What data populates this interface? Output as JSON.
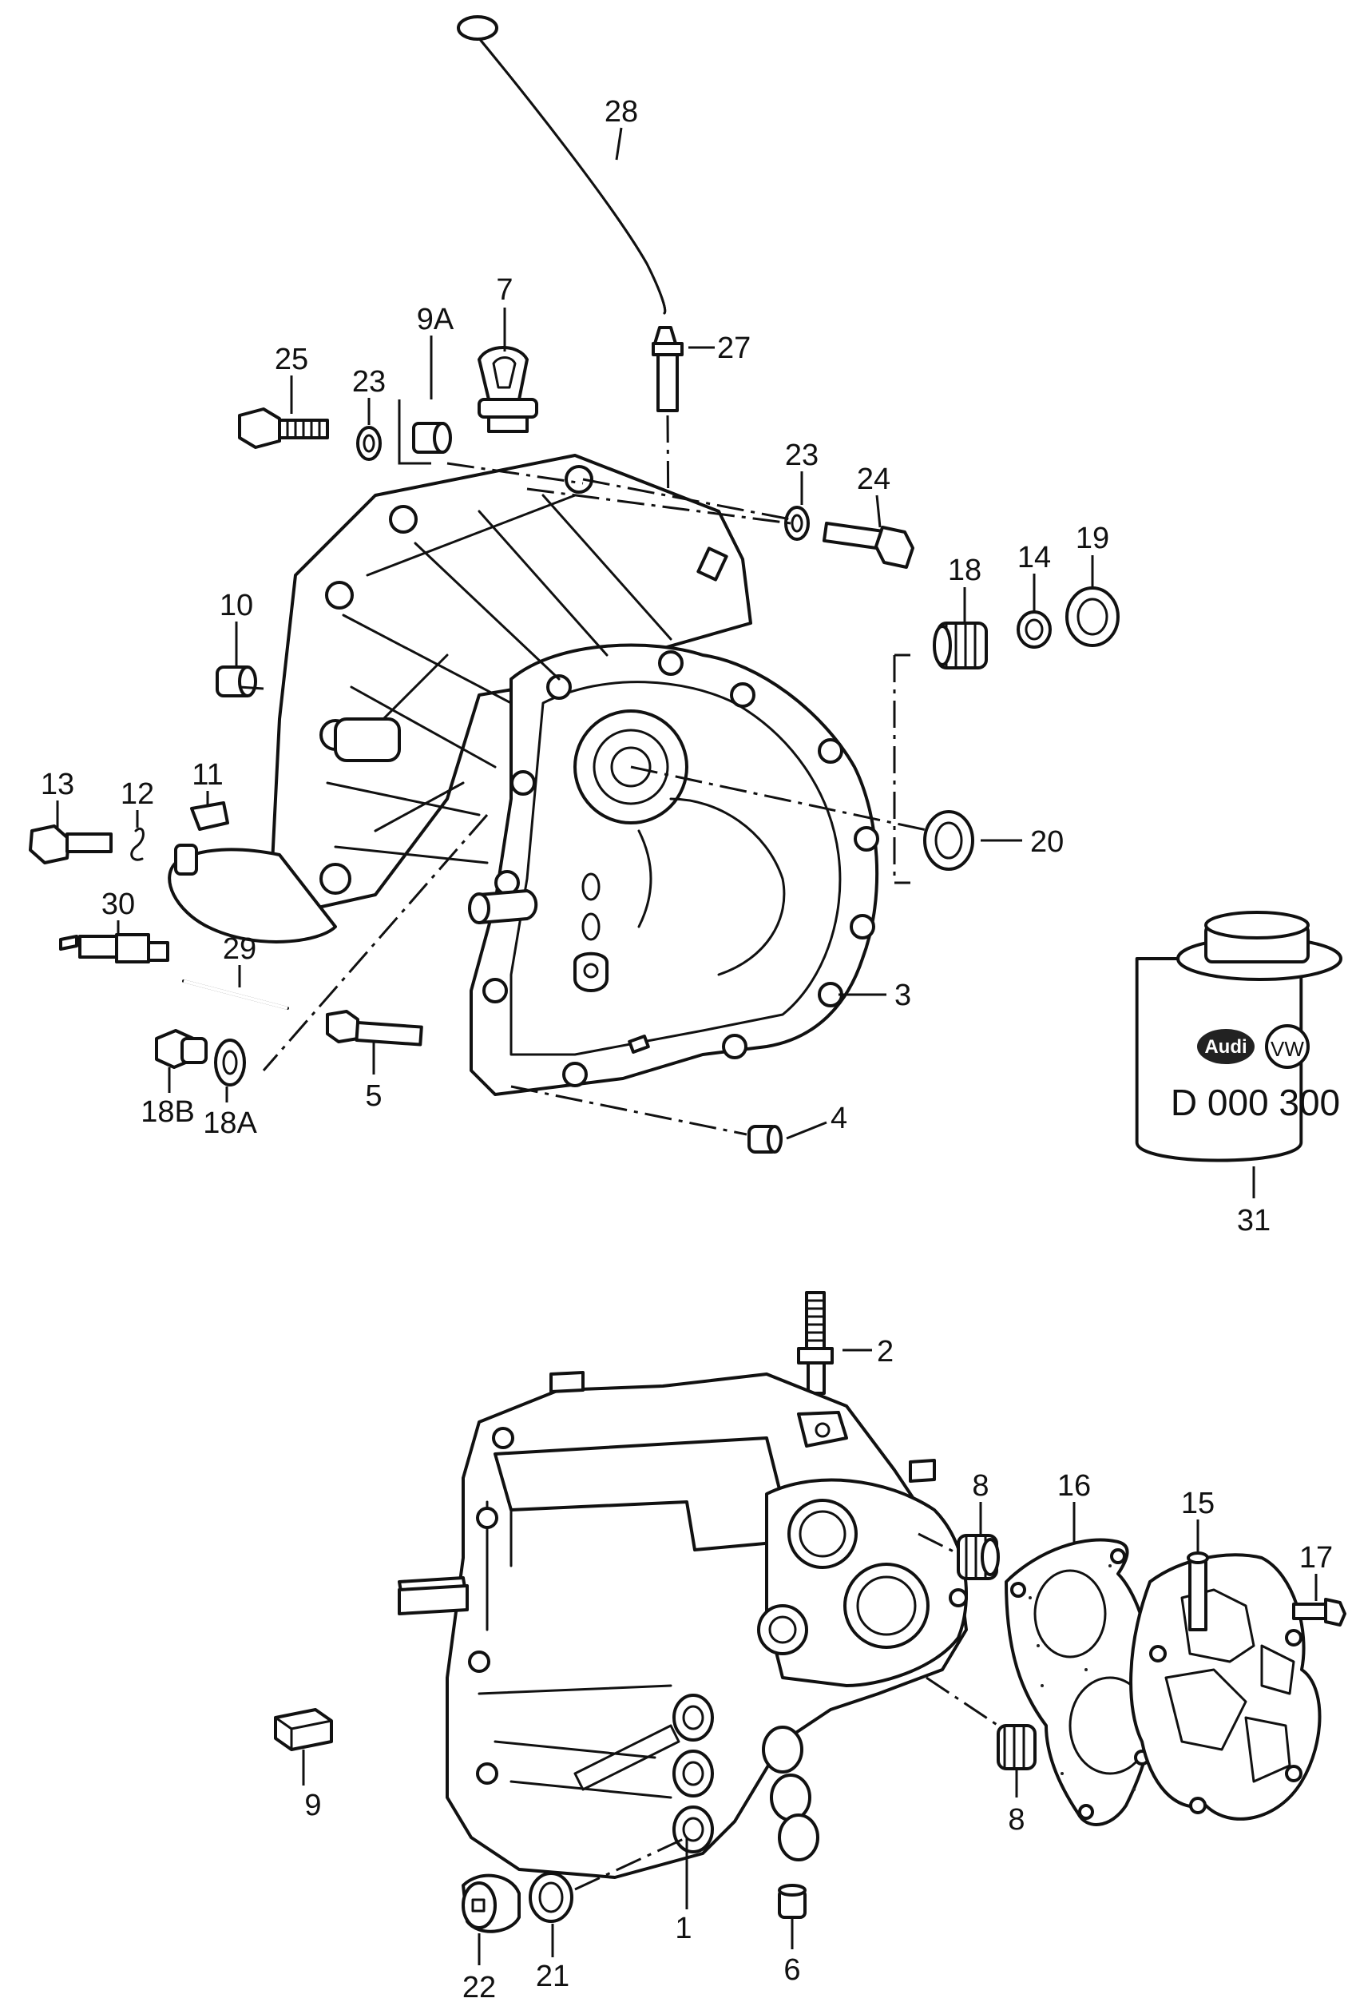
{
  "callouts": {
    "c1": "1",
    "c2": "2",
    "c3": "3",
    "c4": "4",
    "c5": "5",
    "c6": "6",
    "c7": "7",
    "c8a": "8",
    "c8b": "8",
    "c9": "9",
    "c9A": "9A",
    "c10": "10",
    "c11": "11",
    "c12": "12",
    "c13": "13",
    "c14": "14",
    "c15": "15",
    "c16": "16",
    "c17": "17",
    "c18": "18",
    "c18A": "18A",
    "c18B": "18B",
    "c19": "19",
    "c20": "20",
    "c21": "21",
    "c22": "22",
    "c23a": "23",
    "c23b": "23",
    "c24": "24",
    "c25": "25",
    "c27": "27",
    "c28": "28",
    "c29": "29",
    "c30": "30",
    "c31": "31"
  },
  "oil_can": {
    "brand_left": "Audi",
    "brand_right": "VW",
    "part_code": "D 000 300"
  },
  "colors": {
    "ink": "#111111",
    "paper": "#ffffff"
  }
}
